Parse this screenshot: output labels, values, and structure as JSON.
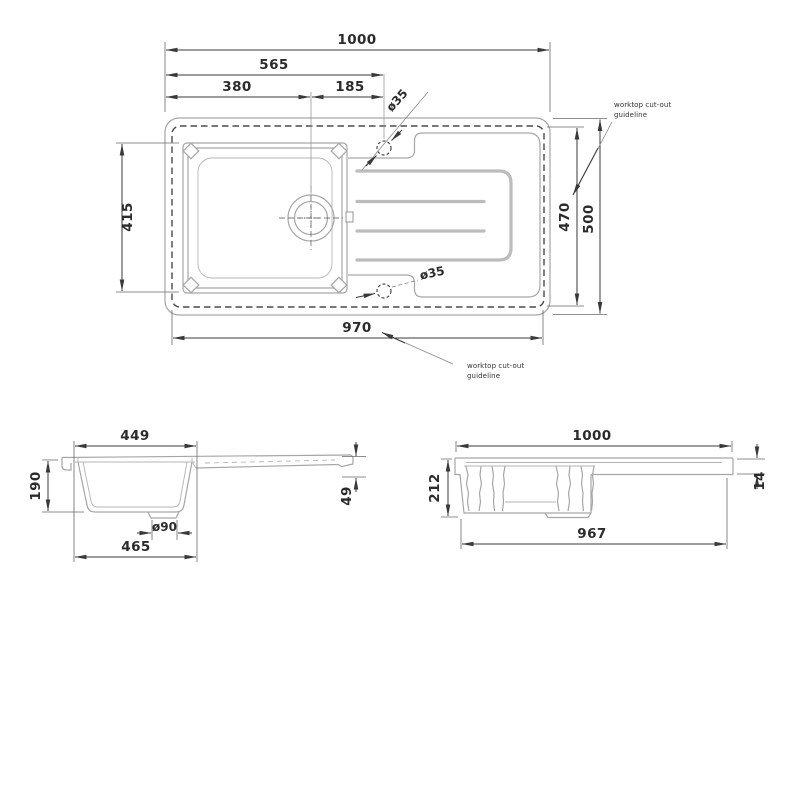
{
  "drawing_title": "sink-dimension-drawing",
  "colors": {
    "part_line": "#a6a6a6",
    "dimension_line": "#3a3a3a",
    "cutout_dash": "#4a4a4a",
    "text": "#2b2b2b"
  },
  "views": {
    "plan": {
      "overall_length": "1000",
      "tap_hole_from_left": "565",
      "drain_center_from_left": "380",
      "drain_to_tap_offset": "185",
      "tap_hole_dia_top": "ø35",
      "tap_hole_dia_bottom": "ø35",
      "bowl_width": "415",
      "cutout_depth": "470",
      "overall_depth": "500",
      "cutout_length": "970",
      "note_line1": "worktop cut-out",
      "note_line2": "guideline"
    },
    "side_section": {
      "bowl_top_width": "449",
      "bowl_depth": "190",
      "waste_hole_dia": "ø90",
      "bowl_base_width": "465",
      "drainer_thickness": "49"
    },
    "front_section": {
      "overall_length": "1000",
      "total_depth": "212",
      "rim_thickness": "14",
      "base_length": "967"
    }
  }
}
